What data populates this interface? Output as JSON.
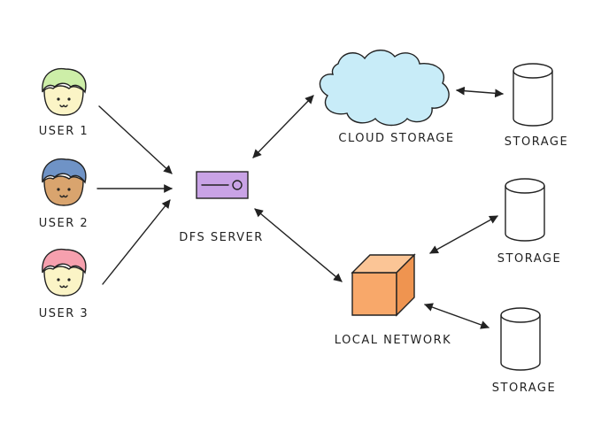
{
  "users": [
    {
      "label": "USER 1",
      "hair": "#cdeea8",
      "skin": "#fbf4c6"
    },
    {
      "label": "USER 2",
      "hair": "#6f93c6",
      "skin": "#d9a46e"
    },
    {
      "label": "USER 3",
      "hair": "#f6a0ae",
      "skin": "#fbf4c6"
    }
  ],
  "server": {
    "label": "DFS SERVER",
    "color": "#c9a3e6"
  },
  "cloud": {
    "label": "CLOUD STORAGE",
    "color": "#c8ecf8"
  },
  "network": {
    "label": "LOCAL NETWORK",
    "color": "#f8a86a"
  },
  "storage": [
    {
      "label": "STORAGE"
    },
    {
      "label": "STORAGE"
    },
    {
      "label": "STORAGE"
    }
  ]
}
